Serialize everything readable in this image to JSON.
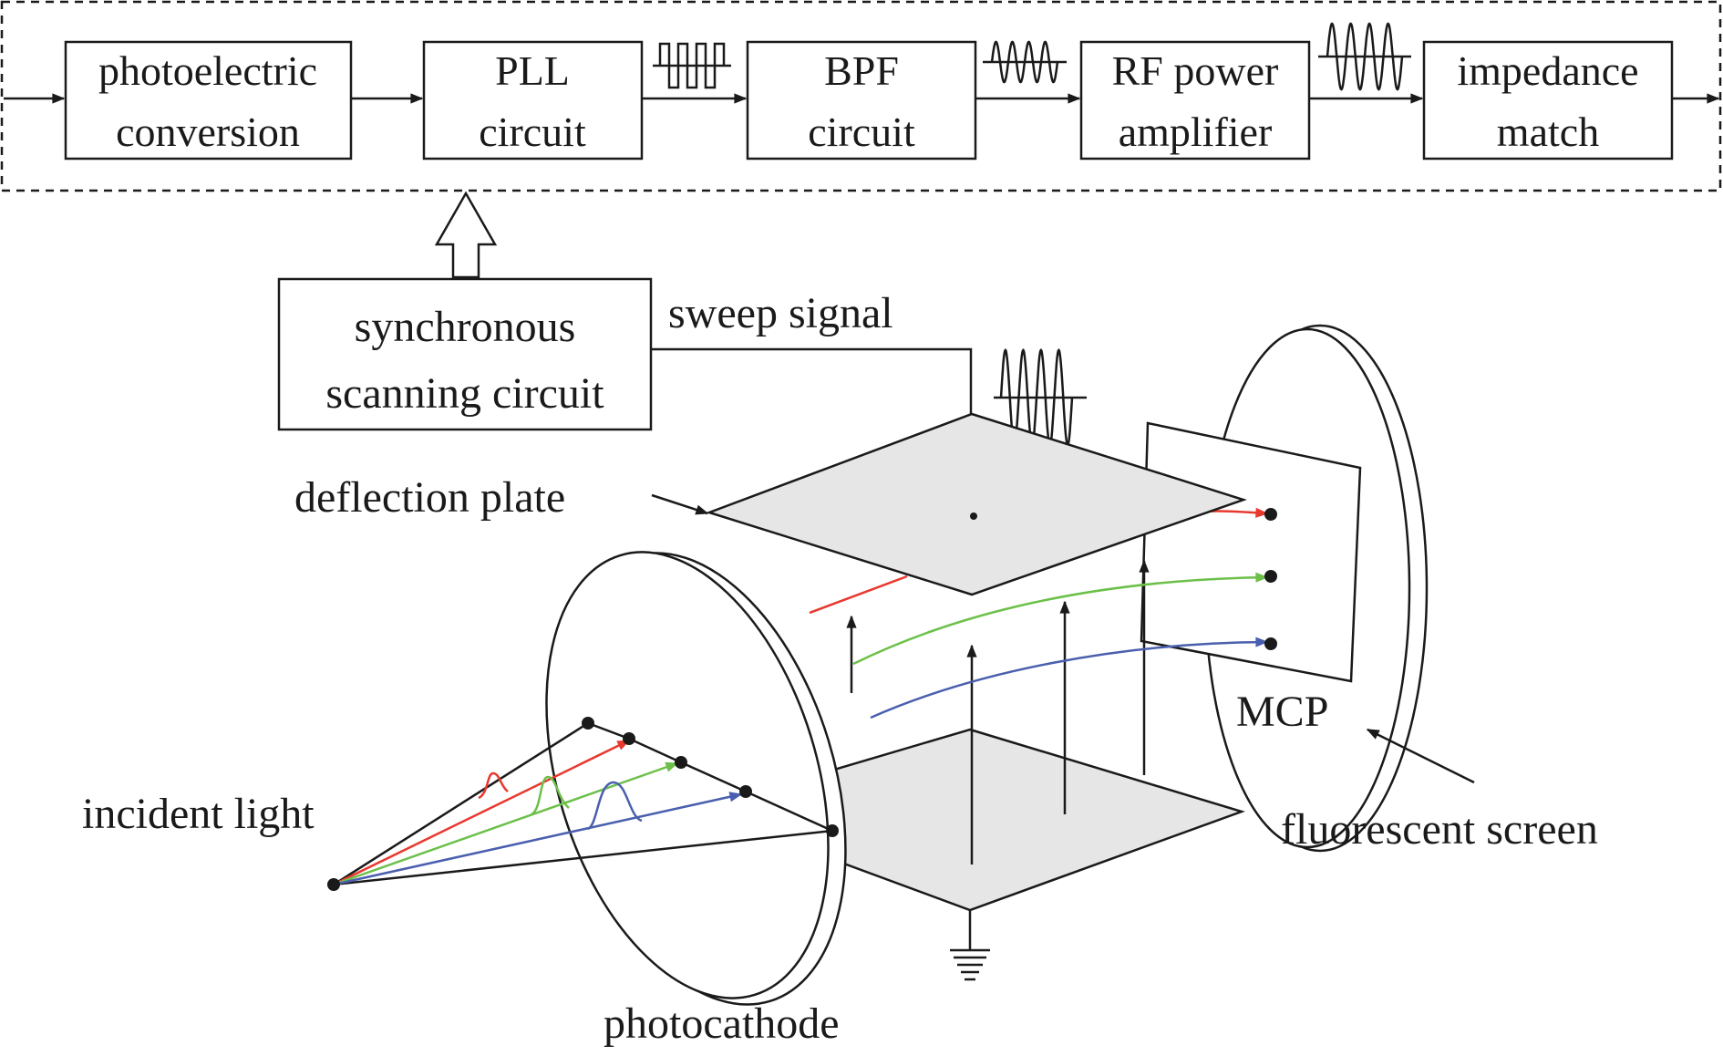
{
  "signal_chain": {
    "blocks": [
      {
        "line1": "photoelectric",
        "line2": "conversion"
      },
      {
        "line1": "PLL",
        "line2": "circuit"
      },
      {
        "line1": "BPF",
        "line2": "circuit"
      },
      {
        "line1": "RF power",
        "line2": "amplifier"
      },
      {
        "line1": "impedance",
        "line2": "match"
      }
    ],
    "waveforms": [
      "square-wave-icon",
      "sine-wave-icon",
      "sine-wave-icon"
    ]
  },
  "sync_circuit": {
    "line1": "synchronous",
    "line2": "scanning  circuit"
  },
  "labels": {
    "sweep_signal": "sweep signal",
    "deflection_plate": "deflection plate",
    "incident_light": "incident light",
    "photocathode": "photocathode",
    "mcp": "MCP",
    "fluorescent_screen": "fluorescent screen"
  },
  "colors": {
    "stroke": "#1a1a1a",
    "plate_fill": "#e6e6e6",
    "red": "#e8392f",
    "green": "#6cc04a",
    "blue": "#4a5fae"
  }
}
